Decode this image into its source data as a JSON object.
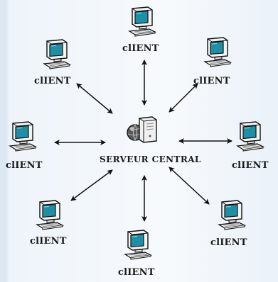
{
  "server": {
    "label": "SERVEUR CENTRAL",
    "icon": "server-icon"
  },
  "clients": [
    {
      "label": "clIENT",
      "icon": "computer-icon"
    },
    {
      "label": "clIENT",
      "icon": "computer-icon"
    },
    {
      "label": "clIENT",
      "icon": "computer-icon"
    },
    {
      "label": "clIENT",
      "icon": "computer-icon"
    },
    {
      "label": "clIENT",
      "icon": "computer-icon"
    },
    {
      "label": "clIENT",
      "icon": "computer-icon"
    },
    {
      "label": "clIENT",
      "icon": "computer-icon"
    },
    {
      "label": "clIENT",
      "icon": "computer-icon"
    }
  ],
  "colors": {
    "screen": "#1f8fa6",
    "body": "#f2f2f2",
    "outline": "#111111"
  }
}
